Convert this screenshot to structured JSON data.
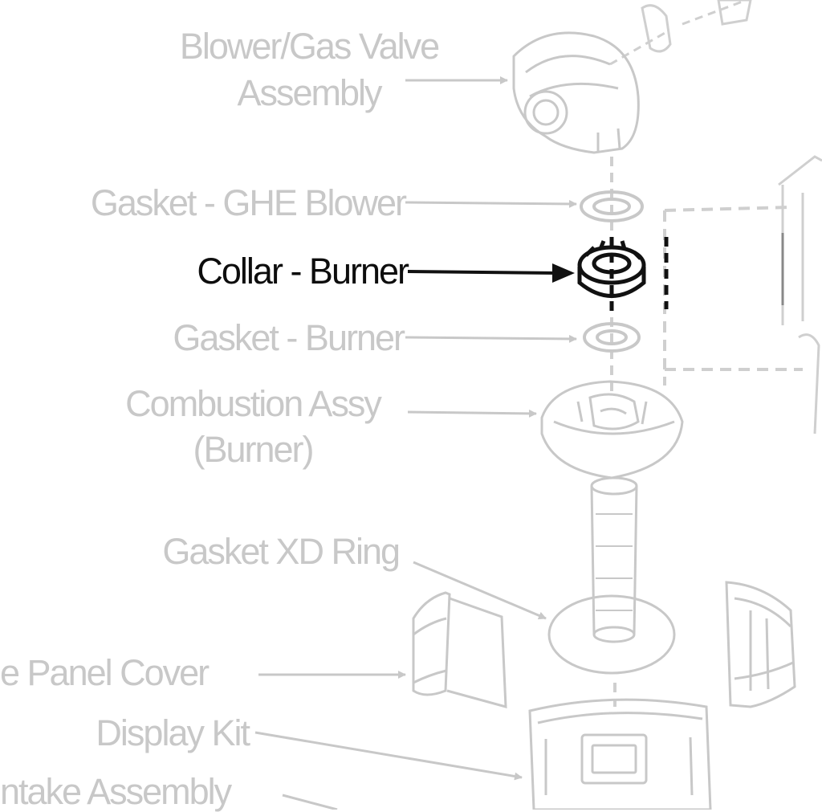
{
  "labels": {
    "blower_line1": "Blower/Gas Valve",
    "blower_line2": "Assembly",
    "gasket_ghe": "Gasket - GHE Blower",
    "collar": "Collar - Burner",
    "gasket_burner": "Gasket - Burner",
    "combustion_line1": "Combustion Assy",
    "combustion_line2": "(Burner)",
    "gasket_xd": "Gasket XD Ring",
    "panel_cover": "e Panel Cover",
    "display_kit": "Display Kit",
    "intake": "ntake Assembly"
  },
  "colors": {
    "faded": "#c8c8c8",
    "highlight": "#0d0d0d"
  }
}
